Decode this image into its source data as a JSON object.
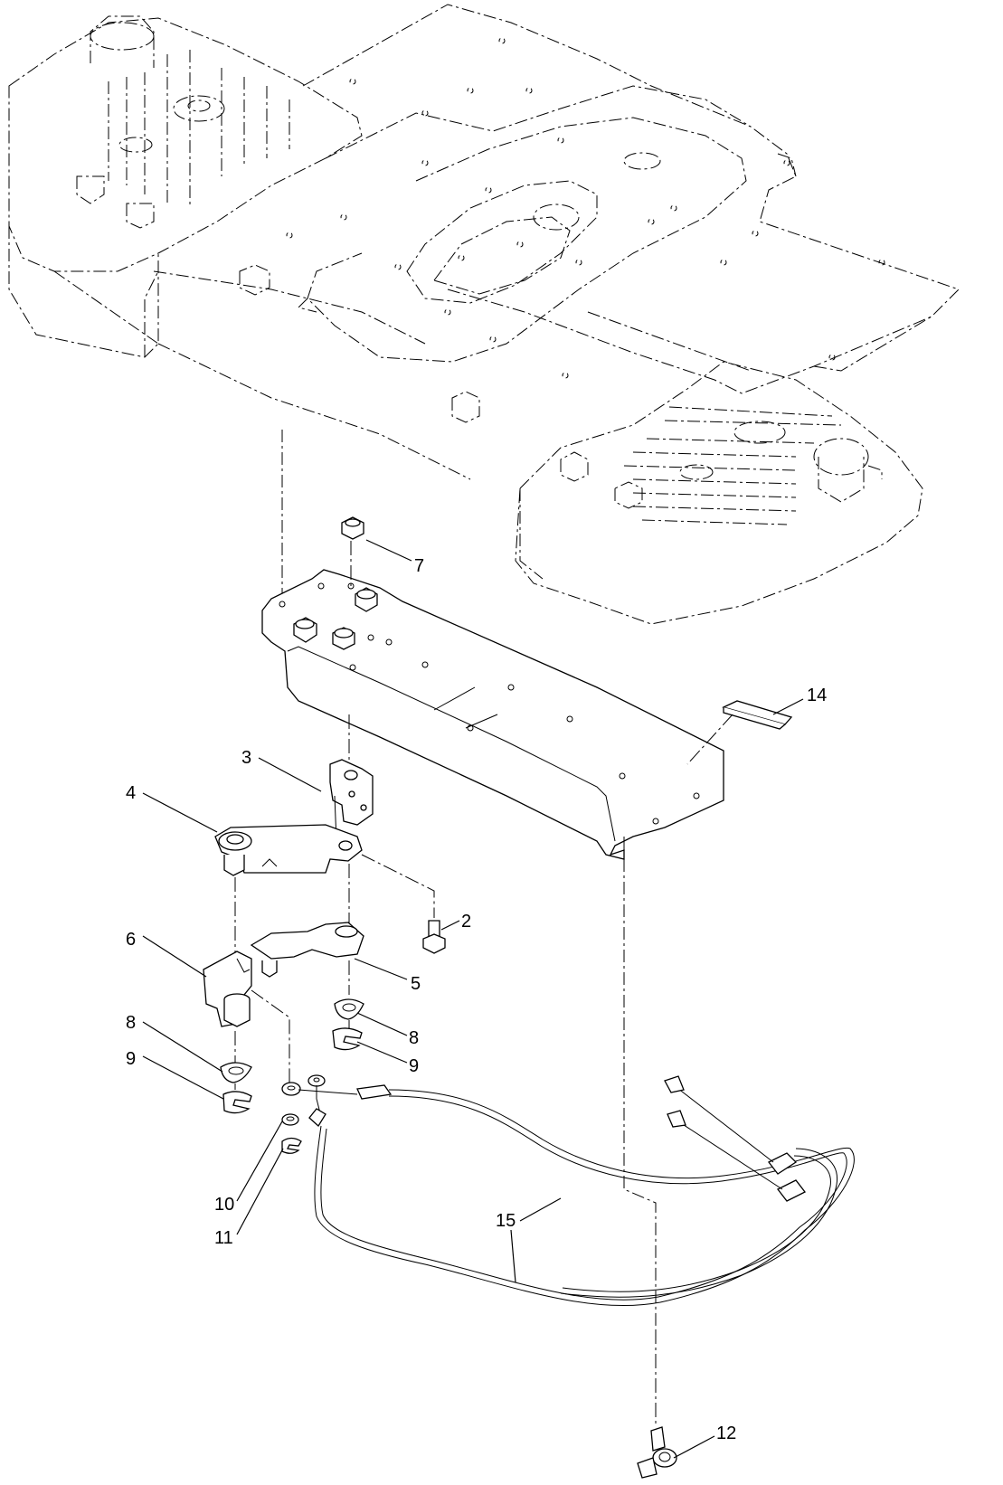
{
  "callouts": {
    "c2": "2",
    "c3": "3",
    "c4": "4",
    "c5": "5",
    "c6": "6",
    "c7": "7",
    "c8a": "8",
    "c8b": "8",
    "c9a": "9",
    "c9b": "9",
    "c10": "10",
    "c11": "11",
    "c12": "12",
    "c14": "14",
    "c15": "15"
  }
}
